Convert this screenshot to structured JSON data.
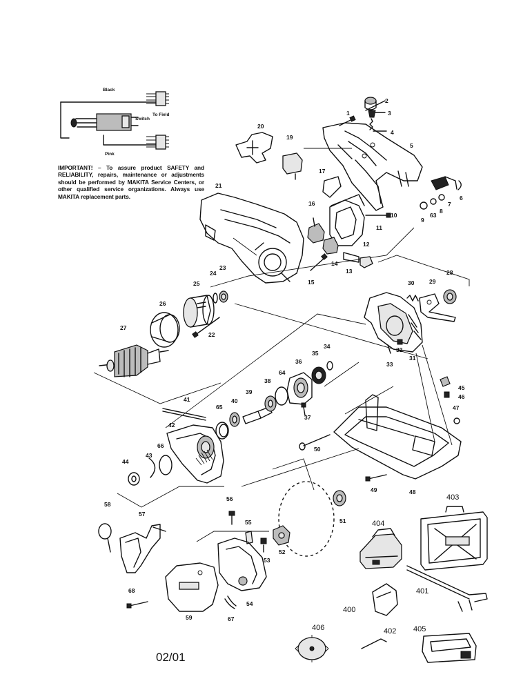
{
  "notice": "IMPORTANT! – To assure product SAFETY and RELIABILITY, repairs, maintenance or adjustments should be performed by MAKITA Service Centers, or other qualified service organizations. Always use MAKITA replacement parts.",
  "revision": "02/01",
  "wiring": {
    "black": "Black",
    "switch": "Switch",
    "to_field": "To Field",
    "pink": "Pink"
  },
  "part_numbers": {
    "p1": "1",
    "p2": "2",
    "p3": "3",
    "p4": "4",
    "p5": "5",
    "p6": "6",
    "p7": "7",
    "p8": "8",
    "p9": "9",
    "p10": "10",
    "p11": "11",
    "p12": "12",
    "p13": "13",
    "p14": "14",
    "p15": "15",
    "p16": "16",
    "p17": "17",
    "p19": "19",
    "p20": "20",
    "p21": "21",
    "p22": "22",
    "p23": "23",
    "p24": "24",
    "p25": "25",
    "p26": "26",
    "p27": "27",
    "p28": "28",
    "p29": "29",
    "p30": "30",
    "p31": "31",
    "p32": "32",
    "p33": "33",
    "p34": "34",
    "p35": "35",
    "p36": "36",
    "p37": "37",
    "p38": "38",
    "p39": "39",
    "p40": "40",
    "p41": "41",
    "p42": "42",
    "p43": "43",
    "p44": "44",
    "p45": "45",
    "p46": "46",
    "p47": "47",
    "p48": "48",
    "p49": "49",
    "p50": "50",
    "p51": "51",
    "p52": "52",
    "p53": "53",
    "p54": "54",
    "p55": "55",
    "p56": "56",
    "p57": "57",
    "p58": "58",
    "p59": "59",
    "p63": "63",
    "p64": "64",
    "p65": "65",
    "p66": "66",
    "p67": "67",
    "p68": "68",
    "p400": "400",
    "p401": "401",
    "p402": "402",
    "p403": "403",
    "p404": "404",
    "p405": "405",
    "p406": "406"
  }
}
